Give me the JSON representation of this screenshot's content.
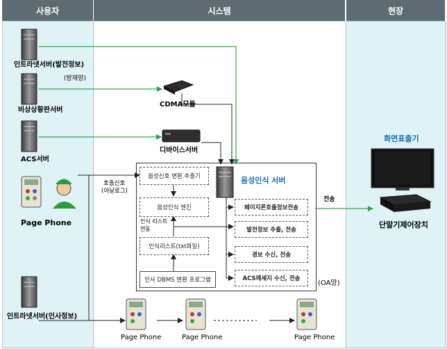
{
  "columns": {
    "user": "사용자",
    "system": "시스템",
    "field": "현장"
  },
  "user_col": {
    "intranet_power": "인트라넷서버(발전정보)",
    "disaster_net": "(방재망)",
    "emergency_board": "비상상황판서버",
    "acs_server": "ACS서버",
    "page_phone": "Page Phone",
    "intranet_hr": "인트라넷서버(인사정보)"
  },
  "system_col": {
    "cdma": "CDMA모듈",
    "device_server": "디바이스서버",
    "voice_server": "음성인식 서버",
    "call_signal_l1": "호출신호",
    "call_signal_l2": "(아날로그)",
    "flow": {
      "convert": "음성신호 변환.추출기",
      "engine": "음성인식 엔진",
      "list_link_l1": "인식 리스트",
      "list_link_l2": "연동",
      "list_file": "인식리스트(txt파일)",
      "dbms": "인사 DBMS 변환 프로그램"
    },
    "outputs": [
      "페이지폰호출정보전송",
      "발전정보 추출, 전송",
      "경보 수신, 전송",
      "ACS메세지 수신, 전송"
    ],
    "oa_net": "(OA망)",
    "phones": [
      "Page Phone",
      "Page Phone",
      "Page Phone"
    ]
  },
  "field_col": {
    "display": "화면표출기",
    "send": "전송",
    "terminal": "단말기제어장치"
  },
  "colors": {
    "header_bg": "#5f6b72",
    "user_bg": "#dff3f7",
    "field_bg": "#dff3f7",
    "green_arrow": "#2aa84a",
    "blue_text": "#1a6fb5"
  }
}
